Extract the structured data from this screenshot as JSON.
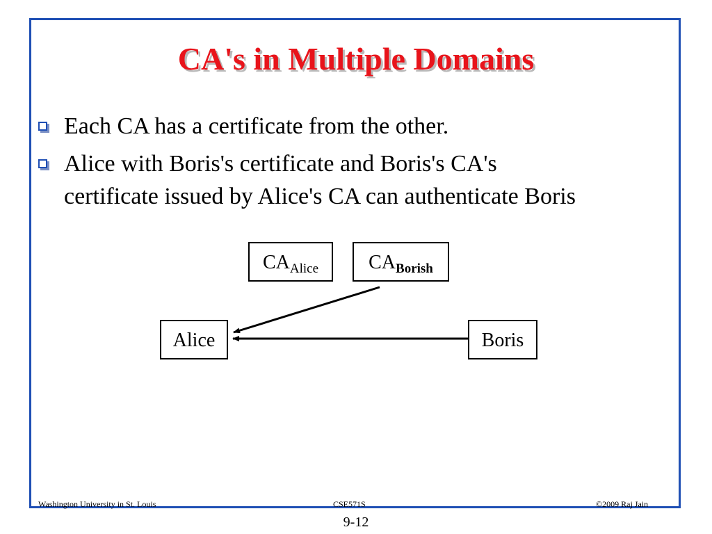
{
  "slide": {
    "title": "CA's in Multiple Domains",
    "bullets": [
      {
        "lines": [
          "Each CA has a certificate from the other."
        ]
      },
      {
        "lines": [
          "Alice with Boris's certificate and Boris's CA's",
          "certificate issued by Alice's CA can authenticate Boris"
        ]
      }
    ]
  },
  "diagram": {
    "ca_alice": {
      "main": "CA",
      "sub": "Alice"
    },
    "ca_borish": {
      "main": "CA",
      "sub": "Borish"
    },
    "alice": "Alice",
    "boris": "Boris"
  },
  "footer": {
    "left": "Washington University in St. Louis",
    "center": "CSE571S",
    "right": "©2009 Raj Jain"
  },
  "page_number": "9-12",
  "colors": {
    "title": "#e8141b",
    "frame": "#1f4fb4",
    "bullet_marker": "#1f4fb4"
  },
  "icons": {
    "bullet": "hollow-square-bullet-icon"
  }
}
